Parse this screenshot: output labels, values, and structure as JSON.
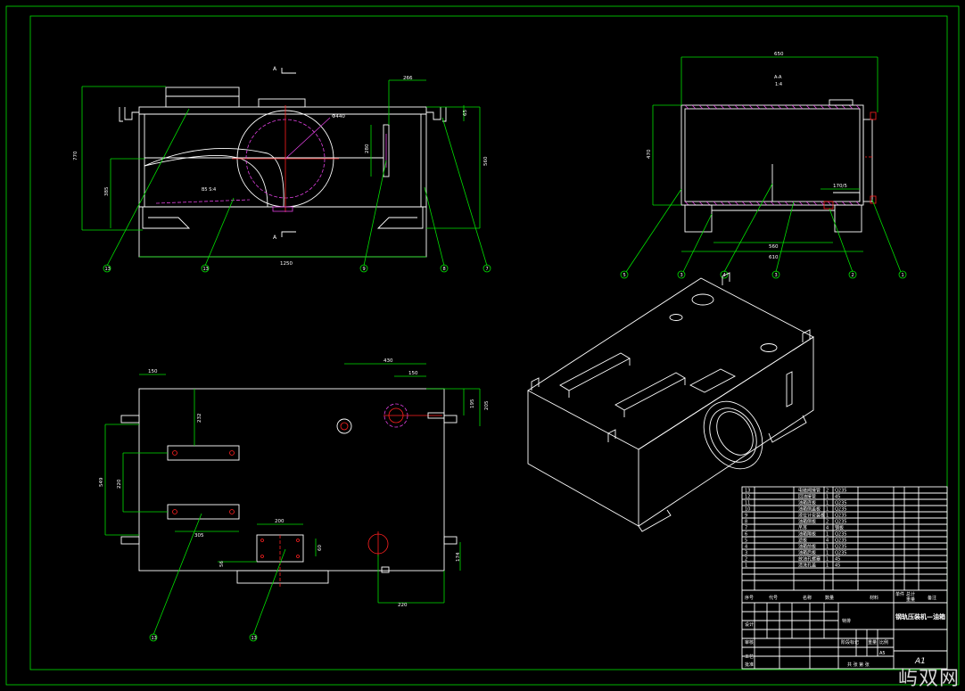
{
  "drawing": {
    "section_marks": [
      "A",
      "A"
    ],
    "section_view_label": "A-A",
    "section_view_scale": "1:4",
    "front_view": {
      "dims": [
        "1250",
        "770",
        "560",
        "385",
        "266",
        "65",
        "280",
        "Φ440"
      ],
      "note": "B5 S:4",
      "balloons": [
        "13",
        "13",
        "9",
        "8",
        "7"
      ]
    },
    "side_view": {
      "dims": [
        "650",
        "470",
        "560",
        "610",
        "170/5"
      ],
      "balloons": [
        "5",
        "3",
        "4",
        "3",
        "2",
        "1"
      ]
    },
    "top_view": {
      "dims": [
        "150",
        "430",
        "150",
        "232",
        "549",
        "220",
        "305",
        "200",
        "56",
        "195",
        "205",
        "174",
        "220",
        "60"
      ],
      "balloons": [
        "13",
        "13"
      ]
    }
  },
  "bom": {
    "rows": [
      {
        "no": "13",
        "name": "电磁阀接管",
        "qty": "2",
        "mat": "Q235"
      },
      {
        "no": "12",
        "name": "回油接管",
        "qty": "1",
        "mat": "45"
      },
      {
        "no": "11",
        "name": "油箱底板",
        "qty": "1",
        "mat": "Q235"
      },
      {
        "no": "10",
        "name": "油箱侧盖板",
        "qty": "1",
        "mat": "Q235"
      },
      {
        "no": "9",
        "name": "液位计安装板",
        "qty": "1",
        "mat": "Q235"
      },
      {
        "no": "8",
        "name": "油箱侧板",
        "qty": "2",
        "mat": "Q235"
      },
      {
        "no": "7",
        "name": "吊耳",
        "qty": "4",
        "mat": "钢板"
      },
      {
        "no": "6",
        "name": "油箱隔板",
        "qty": "1",
        "mat": "Q235"
      },
      {
        "no": "5",
        "name": "滤板",
        "qty": "4",
        "mat": "Q235"
      },
      {
        "no": "4",
        "name": "油箱前板",
        "qty": "1",
        "mat": "Q235"
      },
      {
        "no": "3",
        "name": "油箱后板",
        "qty": "1",
        "mat": "Q235"
      },
      {
        "no": "2",
        "name": "放油孔螺塞",
        "qty": "1",
        "mat": "45"
      },
      {
        "no": "1",
        "name": "清洗孔盖",
        "qty": "1",
        "mat": "45"
      }
    ],
    "header": [
      "序号",
      "代号",
      "名称",
      "数量",
      "材料",
      "单件",
      "总计",
      "备注"
    ],
    "weight_label": "重量",
    "title": "钢轨压装机—油箱",
    "company": "特排",
    "sheet_labels": [
      "阶段标记",
      "重量",
      "比例"
    ],
    "scale": "A5",
    "footer": "共 张 第 张",
    "format": "A1",
    "signature_rows": [
      "设计",
      "审核",
      "工艺",
      "批准"
    ]
  },
  "watermark": "屿双网",
  "colors": {
    "frame": "#00e000",
    "outline": "#ffffff",
    "center": "#ff2020",
    "hidden": "#e040e0"
  }
}
